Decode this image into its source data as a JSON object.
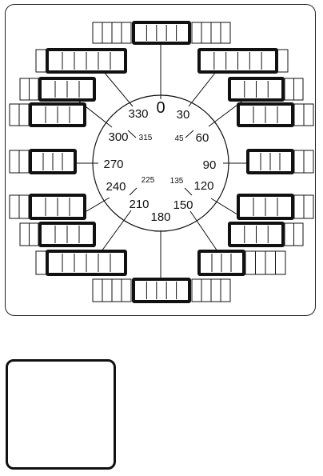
{
  "dial": {
    "major_labels": [
      "0",
      "30",
      "60",
      "90",
      "120",
      "150",
      "180",
      "210",
      "240",
      "270",
      "300",
      "330"
    ],
    "minor_labels": [
      "45",
      "135",
      "225",
      "315"
    ]
  },
  "colors": {
    "stroke": "#111111",
    "background": "#ffffff"
  }
}
